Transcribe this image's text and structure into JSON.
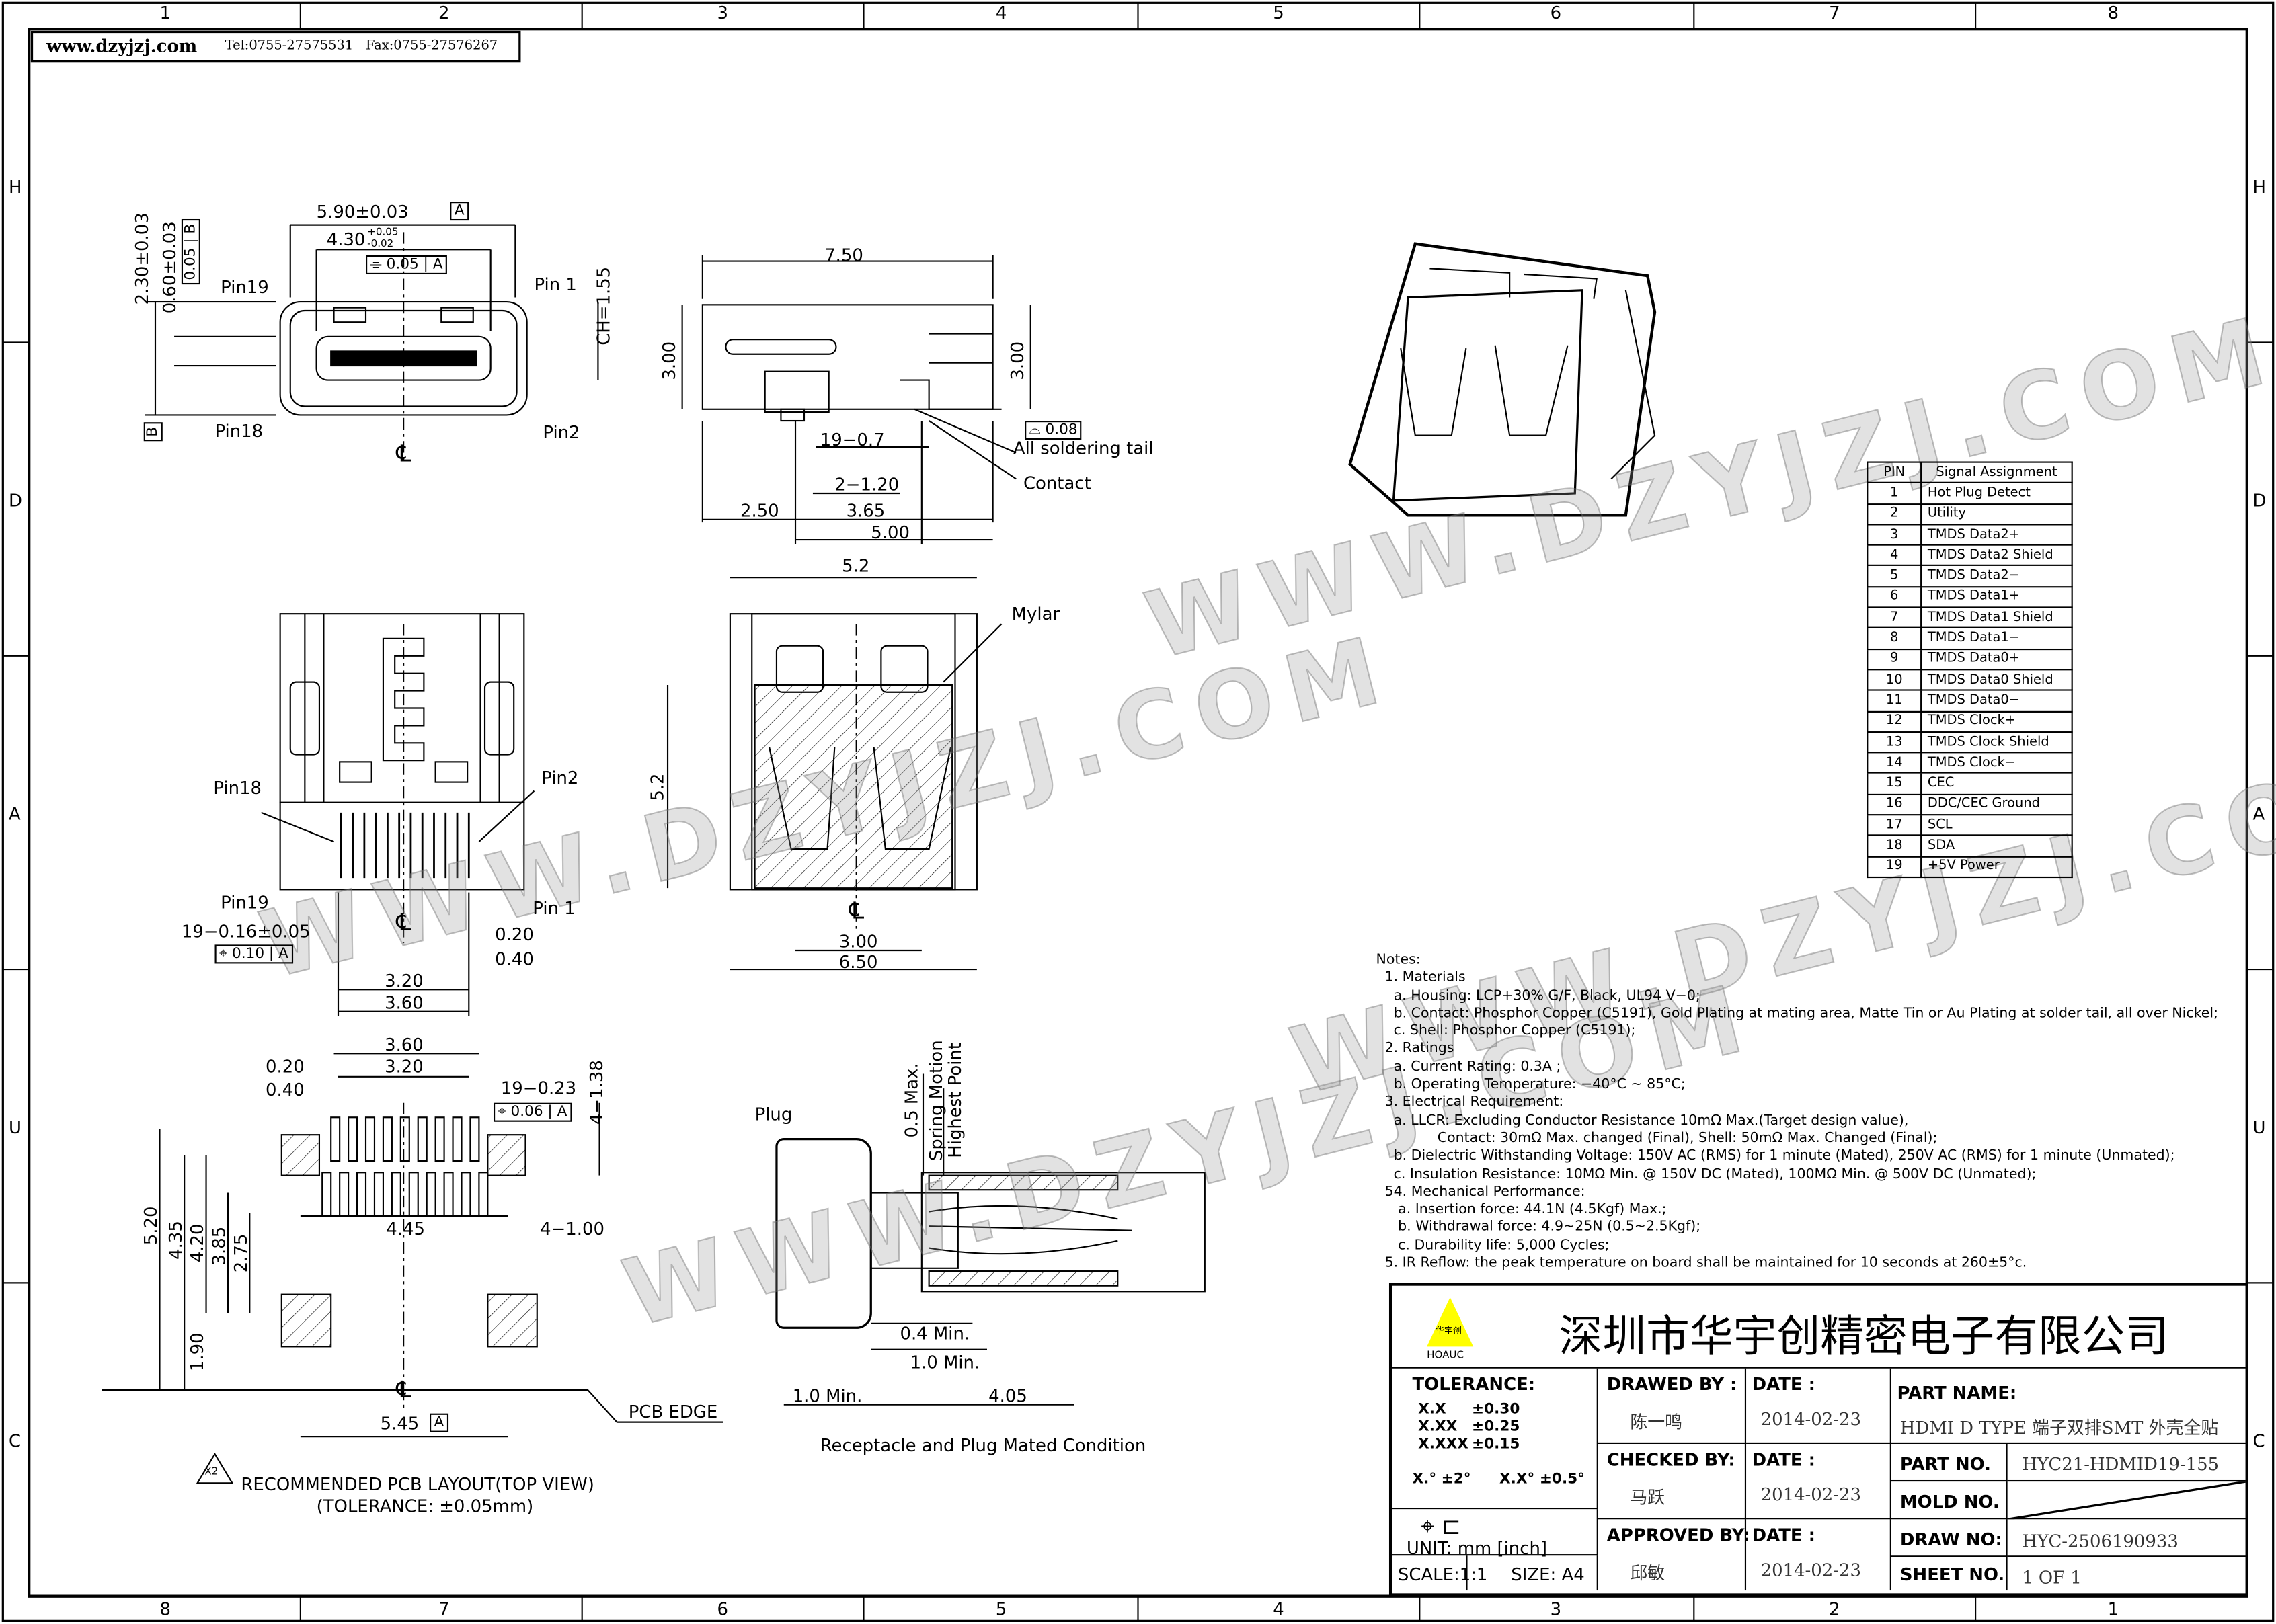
{
  "header": {
    "website": "www.dzyjzj.com",
    "tel": "Tel:0755-27575531",
    "fax": "Fax:0755-27576267"
  },
  "border": {
    "top_zones": [
      "1",
      "2",
      "3",
      "4",
      "5",
      "6",
      "7",
      "8"
    ],
    "bottom_zones": [
      "8",
      "7",
      "6",
      "5",
      "4",
      "3",
      "2",
      "1"
    ],
    "side_zones": [
      "H",
      "D",
      "A",
      "U",
      "C"
    ]
  },
  "watermark": "WWW.DZYJZJ.COM",
  "front_view": {
    "width": "5.90±0.03",
    "datum_a": "A",
    "inner_width": "4.30",
    "inner_tol_plus": "+0.05",
    "inner_tol_minus": "-0.02",
    "flatness": "0.05",
    "flatness_ref": "A",
    "height": "2.30±0.03",
    "thickness": "0.60±0.03",
    "parallel": "0.05",
    "parallel_ref": "B",
    "datum_b": "B",
    "ch": "CH=1.55",
    "pin19": "Pin19",
    "pin1": "Pin 1",
    "pin18": "Pin18",
    "pin2": "Pin2",
    "centerline": "℄"
  },
  "side_view": {
    "length": "7.50",
    "height_left": "3.00",
    "height_right": "3.00",
    "coplanarity": "0.08",
    "soldering_tail": "All soldering tail",
    "contact": "Contact",
    "pitch1": "19−0.7",
    "pitch2": "2−1.20",
    "d1": "2.50",
    "d2": "3.65",
    "d3": "5.00"
  },
  "bottom_view": {
    "pin18": "Pin18",
    "pin2": "Pin2",
    "pin19": "Pin19",
    "pin1": "Pin 1",
    "pin_width": "19−0.16±0.05",
    "position": "0.10",
    "position_ref": "A",
    "d020": "0.20",
    "d040": "0.40",
    "d320": "3.20",
    "d360": "3.60",
    "centerline": "℄"
  },
  "top_view": {
    "width": "5.2",
    "mylar": "Mylar",
    "height": "5.2",
    "d300": "3.00",
    "d650": "6.50",
    "centerline": "℄"
  },
  "pcb_layout": {
    "d360": "3.60",
    "d020": "0.20",
    "d320": "3.20",
    "d040": "0.40",
    "pads": "19−0.23",
    "position": "0.06",
    "position_ref": "A",
    "holes": "4−1.38",
    "d520": "5.20",
    "d435": "4.35",
    "d420": "4.20",
    "d385": "3.85",
    "d275": "2.75",
    "d445": "4.45",
    "holes2": "4−1.00",
    "d190": "1.90",
    "pcb_edge": "PCB EDGE",
    "d545": "5.45",
    "datum": "A",
    "centerline": "℄",
    "marker": "X2",
    "title": "RECOMMENDED PCB LAYOUT(TOP VIEW)",
    "tolerance": "(TOLERANCE: ±0.05mm)"
  },
  "mated_view": {
    "plug": "Plug",
    "max": "0.5 Max.",
    "spring": "Spring Motion",
    "highest": "Highest Point",
    "min04": "0.4 Min.",
    "min10a": "1.0 Min.",
    "min10b": "1.0 Min.",
    "d405": "4.05",
    "caption": "Receptacle and Plug Mated Condition"
  },
  "pin_table": {
    "headers": [
      "PIN",
      "Signal Assignment"
    ],
    "rows": [
      [
        "1",
        "Hot Plug Detect"
      ],
      [
        "2",
        "Utility"
      ],
      [
        "3",
        "TMDS Data2+"
      ],
      [
        "4",
        "TMDS Data2 Shield"
      ],
      [
        "5",
        "TMDS Data2−"
      ],
      [
        "6",
        "TMDS Data1+"
      ],
      [
        "7",
        "TMDS Data1 Shield"
      ],
      [
        "8",
        "TMDS Data1−"
      ],
      [
        "9",
        "TMDS Data0+"
      ],
      [
        "10",
        "TMDS Data0 Shield"
      ],
      [
        "11",
        "TMDS Data0−"
      ],
      [
        "12",
        "TMDS Clock+"
      ],
      [
        "13",
        "TMDS Clock Shield"
      ],
      [
        "14",
        "TMDS Clock−"
      ],
      [
        "15",
        "CEC"
      ],
      [
        "16",
        "DDC/CEC Ground"
      ],
      [
        "17",
        "SCL"
      ],
      [
        "18",
        "SDA"
      ],
      [
        "19",
        "+5V Power"
      ]
    ]
  },
  "notes": [
    "Notes:",
    "  1. Materials",
    "    a. Housing: LCP+30% G/F, Black, UL94 V−0;",
    "    b. Contact: Phosphor Copper (C5191), Gold Plating at mating area, Matte Tin or Au Plating at solder tail, all over Nickel;",
    "    c. Shell: Phosphor Copper (C5191);",
    "  2. Ratings",
    "    a. Current Rating: 0.3A ;",
    "    b. Operating Temperature: −40°C ~ 85°C;",
    "  3. Electrical Requirement:",
    "    a. LLCR: Excluding Conductor Resistance 10mΩ Max.(Target design value),",
    "              Contact: 30mΩ Max. changed (Final), Shell: 50mΩ Max. Changed (Final);",
    "    b. Dielectric Withstanding Voltage: 150V AC (RMS) for 1 minute (Mated), 250V AC (RMS) for 1 minute (Unmated);",
    "    c. Insulation Resistance: 10MΩ Min. @ 150V DC (Mated), 100MΩ Min. @ 500V DC (Unmated);",
    "  54. Mechanical Performance:",
    "     a. Insertion force: 44.1N (4.5Kgf) Max.;",
    "     b. Withdrawal force: 4.9~25N (0.5~2.5Kgf);",
    "     c. Durability life: 5,000 Cycles;",
    "  5. IR Reflow: the peak temperature on board shall be maintained for 10 seconds at 260±5°c."
  ],
  "title_block": {
    "logo_text": "华宇创",
    "logo_brand": "HOAUC",
    "company": "深圳市华宇创精密电子有限公司",
    "tolerance_label": "TOLERANCE:",
    "tol": [
      [
        "X.X",
        "±0.30"
      ],
      [
        "X.XX",
        "±0.25"
      ],
      [
        "X.XXX",
        "±0.15"
      ]
    ],
    "tol_angle1": "X.° ±2°",
    "tol_angle2": "X.X° ±0.5°",
    "unit": "UNIT:  mm  [inch]",
    "scale": "SCALE:1:1",
    "size": "SIZE: A4",
    "drawed_by_label": "DRAWED BY :",
    "drawed_by": "陈一鸣",
    "checked_by_label": "CHECKED BY:",
    "checked_by": "马跃",
    "approved_by_label": "APPROVED BY:",
    "approved_by": "邱敏",
    "date_label": "DATE :",
    "date1": "2014-02-23",
    "date2": "2014-02-23",
    "date3": "2014-02-23",
    "part_name_label": "PART NAME:",
    "part_name": "HDMI D TYPE 端子双排SMT 外壳全贴",
    "part_no_label": "PART NO.",
    "part_no": "HYC21-HDMID19-155",
    "mold_no_label": "MOLD NO.",
    "draw_no_label": "DRAW NO:",
    "draw_no": "HYC-2506190933",
    "sheet_no_label": "SHEET NO.",
    "sheet_no": "1 OF 1"
  }
}
